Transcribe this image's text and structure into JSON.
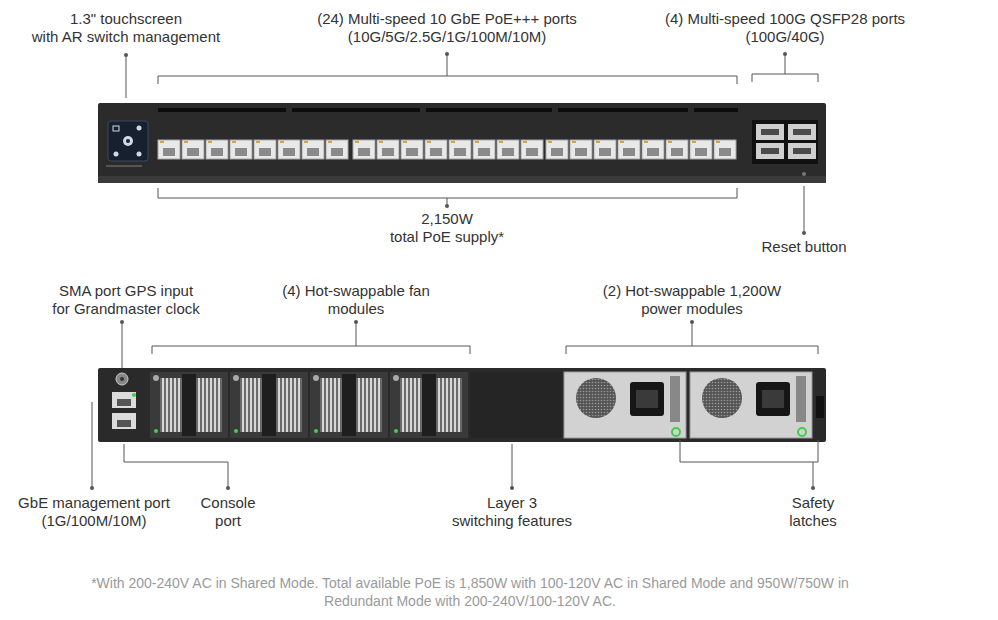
{
  "diagram": {
    "caption": "*With 200-240V AC in Shared Mode. Total available PoE is 1,850W with 100-120V AC in Shared Mode and 950W/750W in Redundant Mode with 200-240V/100-120V AC.",
    "labels": [
      "1.3\" touchscreen with AR switch management",
      "(24) Multi-speed 10 GbE PoE+++ ports (10G/5G/2.5G/1G/100M/10M)",
      "(4) Multi-speed 100G QSFP28 ports (100G/40G)",
      "2,150W total PoE supply*",
      "Reset button",
      "SMA port GPS input for Grandmaster clock",
      "(4) Hot-swappable fan modules",
      "(2) Hot-swappable 1,200W power modules",
      "GbE management port (1G/100M/10M)",
      "Console port",
      "Layer 3 switching features",
      "Safety latches"
    ]
  }
}
